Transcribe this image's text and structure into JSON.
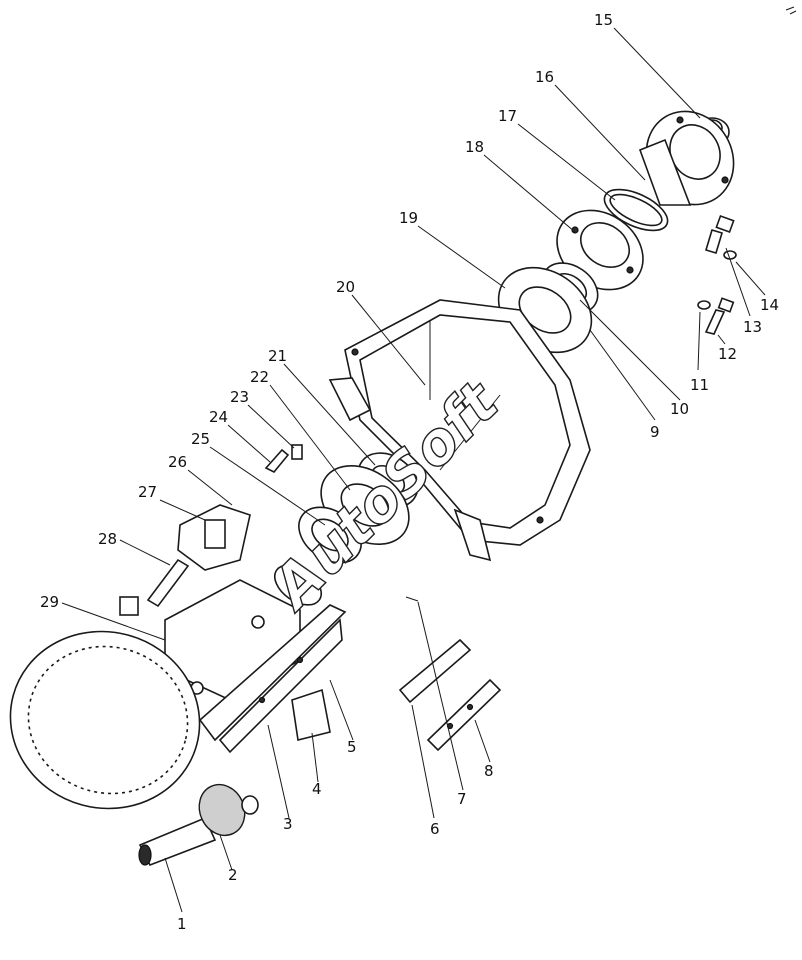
{
  "diagram": {
    "watermark": "AutoSoft",
    "callouts": [
      {
        "id": "c1",
        "label": "1"
      },
      {
        "id": "c2",
        "label": "2"
      },
      {
        "id": "c3",
        "label": "3"
      },
      {
        "id": "c4",
        "label": "4"
      },
      {
        "id": "c5",
        "label": "5"
      },
      {
        "id": "c6",
        "label": "6"
      },
      {
        "id": "c7",
        "label": "7"
      },
      {
        "id": "c8",
        "label": "8"
      },
      {
        "id": "c9",
        "label": "9"
      },
      {
        "id": "c10",
        "label": "10"
      },
      {
        "id": "c11",
        "label": "11"
      },
      {
        "id": "c12",
        "label": "12"
      },
      {
        "id": "c13",
        "label": "13"
      },
      {
        "id": "c14",
        "label": "14"
      },
      {
        "id": "c15",
        "label": "15"
      },
      {
        "id": "c16",
        "label": "16"
      },
      {
        "id": "c17",
        "label": "17"
      },
      {
        "id": "c18",
        "label": "18"
      },
      {
        "id": "c19",
        "label": "19"
      },
      {
        "id": "c20",
        "label": "20"
      },
      {
        "id": "c21",
        "label": "21"
      },
      {
        "id": "c22",
        "label": "22"
      },
      {
        "id": "c23",
        "label": "23"
      },
      {
        "id": "c24",
        "label": "24"
      },
      {
        "id": "c25",
        "label": "25"
      },
      {
        "id": "c26",
        "label": "26"
      },
      {
        "id": "c27",
        "label": "27"
      },
      {
        "id": "c28",
        "label": "28"
      },
      {
        "id": "c29",
        "label": "29"
      }
    ]
  }
}
